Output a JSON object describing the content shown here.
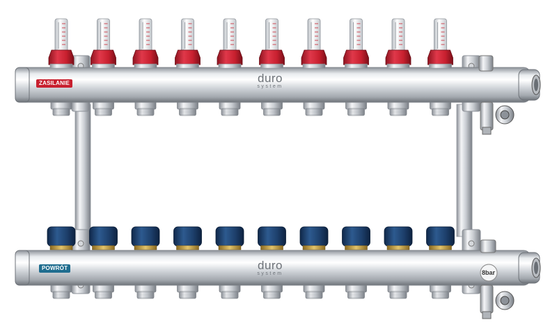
{
  "image": {
    "subject": "underfloor-heating-manifold",
    "background_color": "#ffffff"
  },
  "supply_bar": {
    "label": "ZASILANIE",
    "label_color": "#c8202f",
    "brand": "duro",
    "brand_sub": "system",
    "flowmeter_count": 10,
    "cap_color": "#c8202f"
  },
  "return_bar": {
    "label": "POWRÓT",
    "label_color": "#1f6d8f",
    "brand": "duro",
    "brand_sub": "system",
    "valve_cap_count": 10,
    "cap_color": "#1d3f6b",
    "pressure_label": "8bar"
  },
  "colors": {
    "steel_light": "#f2f4f6",
    "steel_mid": "#c9cdd2",
    "steel_dark": "#8d9299",
    "brass": "#c9a54a"
  }
}
